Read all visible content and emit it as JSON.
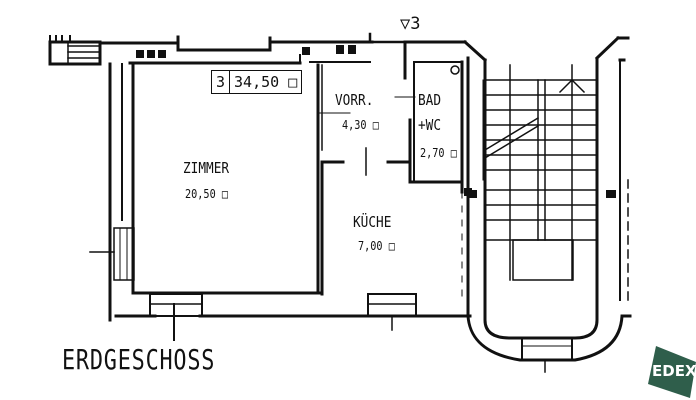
{
  "plan": {
    "floor_title": "ERDGESCHOSS",
    "unit": {
      "number": "3",
      "area": "34,50 □"
    },
    "level_marker": {
      "symbol": "▽",
      "value": "3"
    },
    "rooms": [
      {
        "name": "ZIMMER",
        "area": "20,50 □"
      },
      {
        "name": "VORR.",
        "area": "4,30 □"
      },
      {
        "name": "BAD",
        "name2": "+WC",
        "area": "2,70 □"
      },
      {
        "name": "KÜCHE",
        "area": "7,00 □"
      }
    ],
    "stairwell": "staircase-icon"
  },
  "logo": {
    "text": "EDEX",
    "color": "#2f5e4b"
  },
  "colors": {
    "ink": "#111111",
    "paper": "#ffffff"
  }
}
